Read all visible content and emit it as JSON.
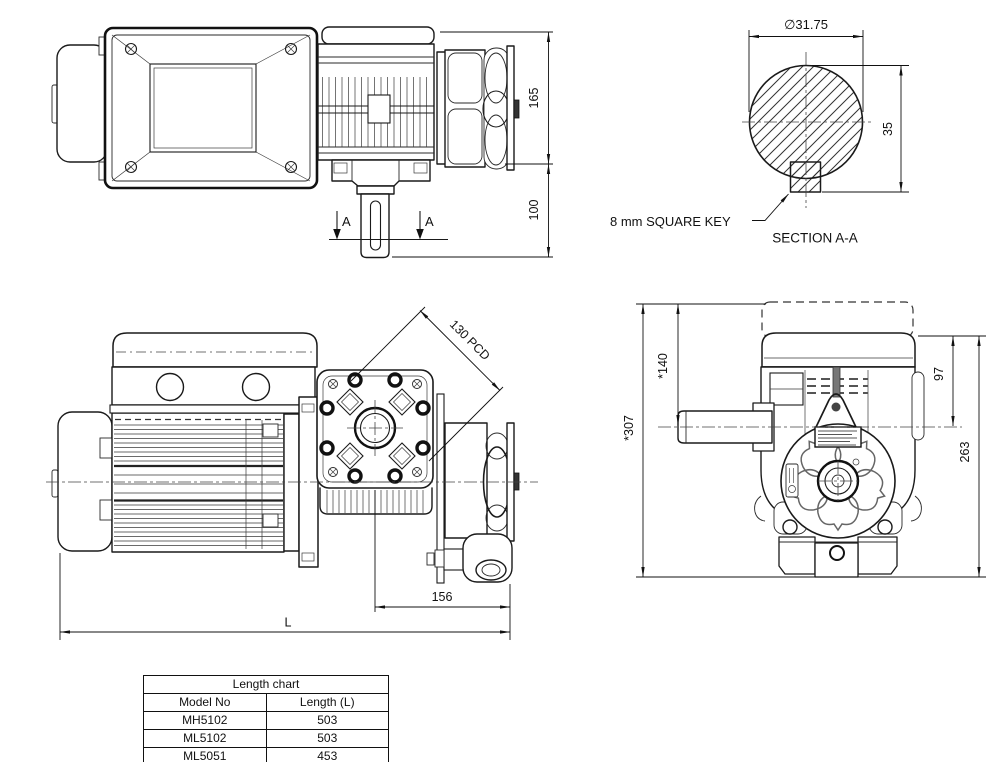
{
  "page": {
    "background": "#ffffff",
    "line_color": "#1a1a1a"
  },
  "views": {
    "top_plan": {
      "dims": {
        "body_height": "165",
        "shaft_extension": "100"
      },
      "section_marker": "A"
    },
    "section_aa": {
      "caption": "SECTION A-A",
      "key_note": "8 mm SQUARE KEY",
      "dims": {
        "shaft_diameter": "∅31.75",
        "across_key": "35"
      }
    },
    "side_elevation": {
      "dims": {
        "bolt_circle": "130 PCD",
        "axis_to_end": "156",
        "overall_length": "L"
      }
    },
    "end_elevation": {
      "dims": {
        "overall_height": "*307",
        "top_to_shaft_axis": "*140",
        "top_to_output_axis": "97",
        "top_to_base": "263"
      }
    }
  },
  "length_chart": {
    "title": "Length chart",
    "columns": [
      "Model No",
      "Length (L)"
    ],
    "rows": [
      [
        "MH5102",
        "503"
      ],
      [
        "ML5102",
        "503"
      ],
      [
        "ML5051",
        "453"
      ]
    ]
  }
}
